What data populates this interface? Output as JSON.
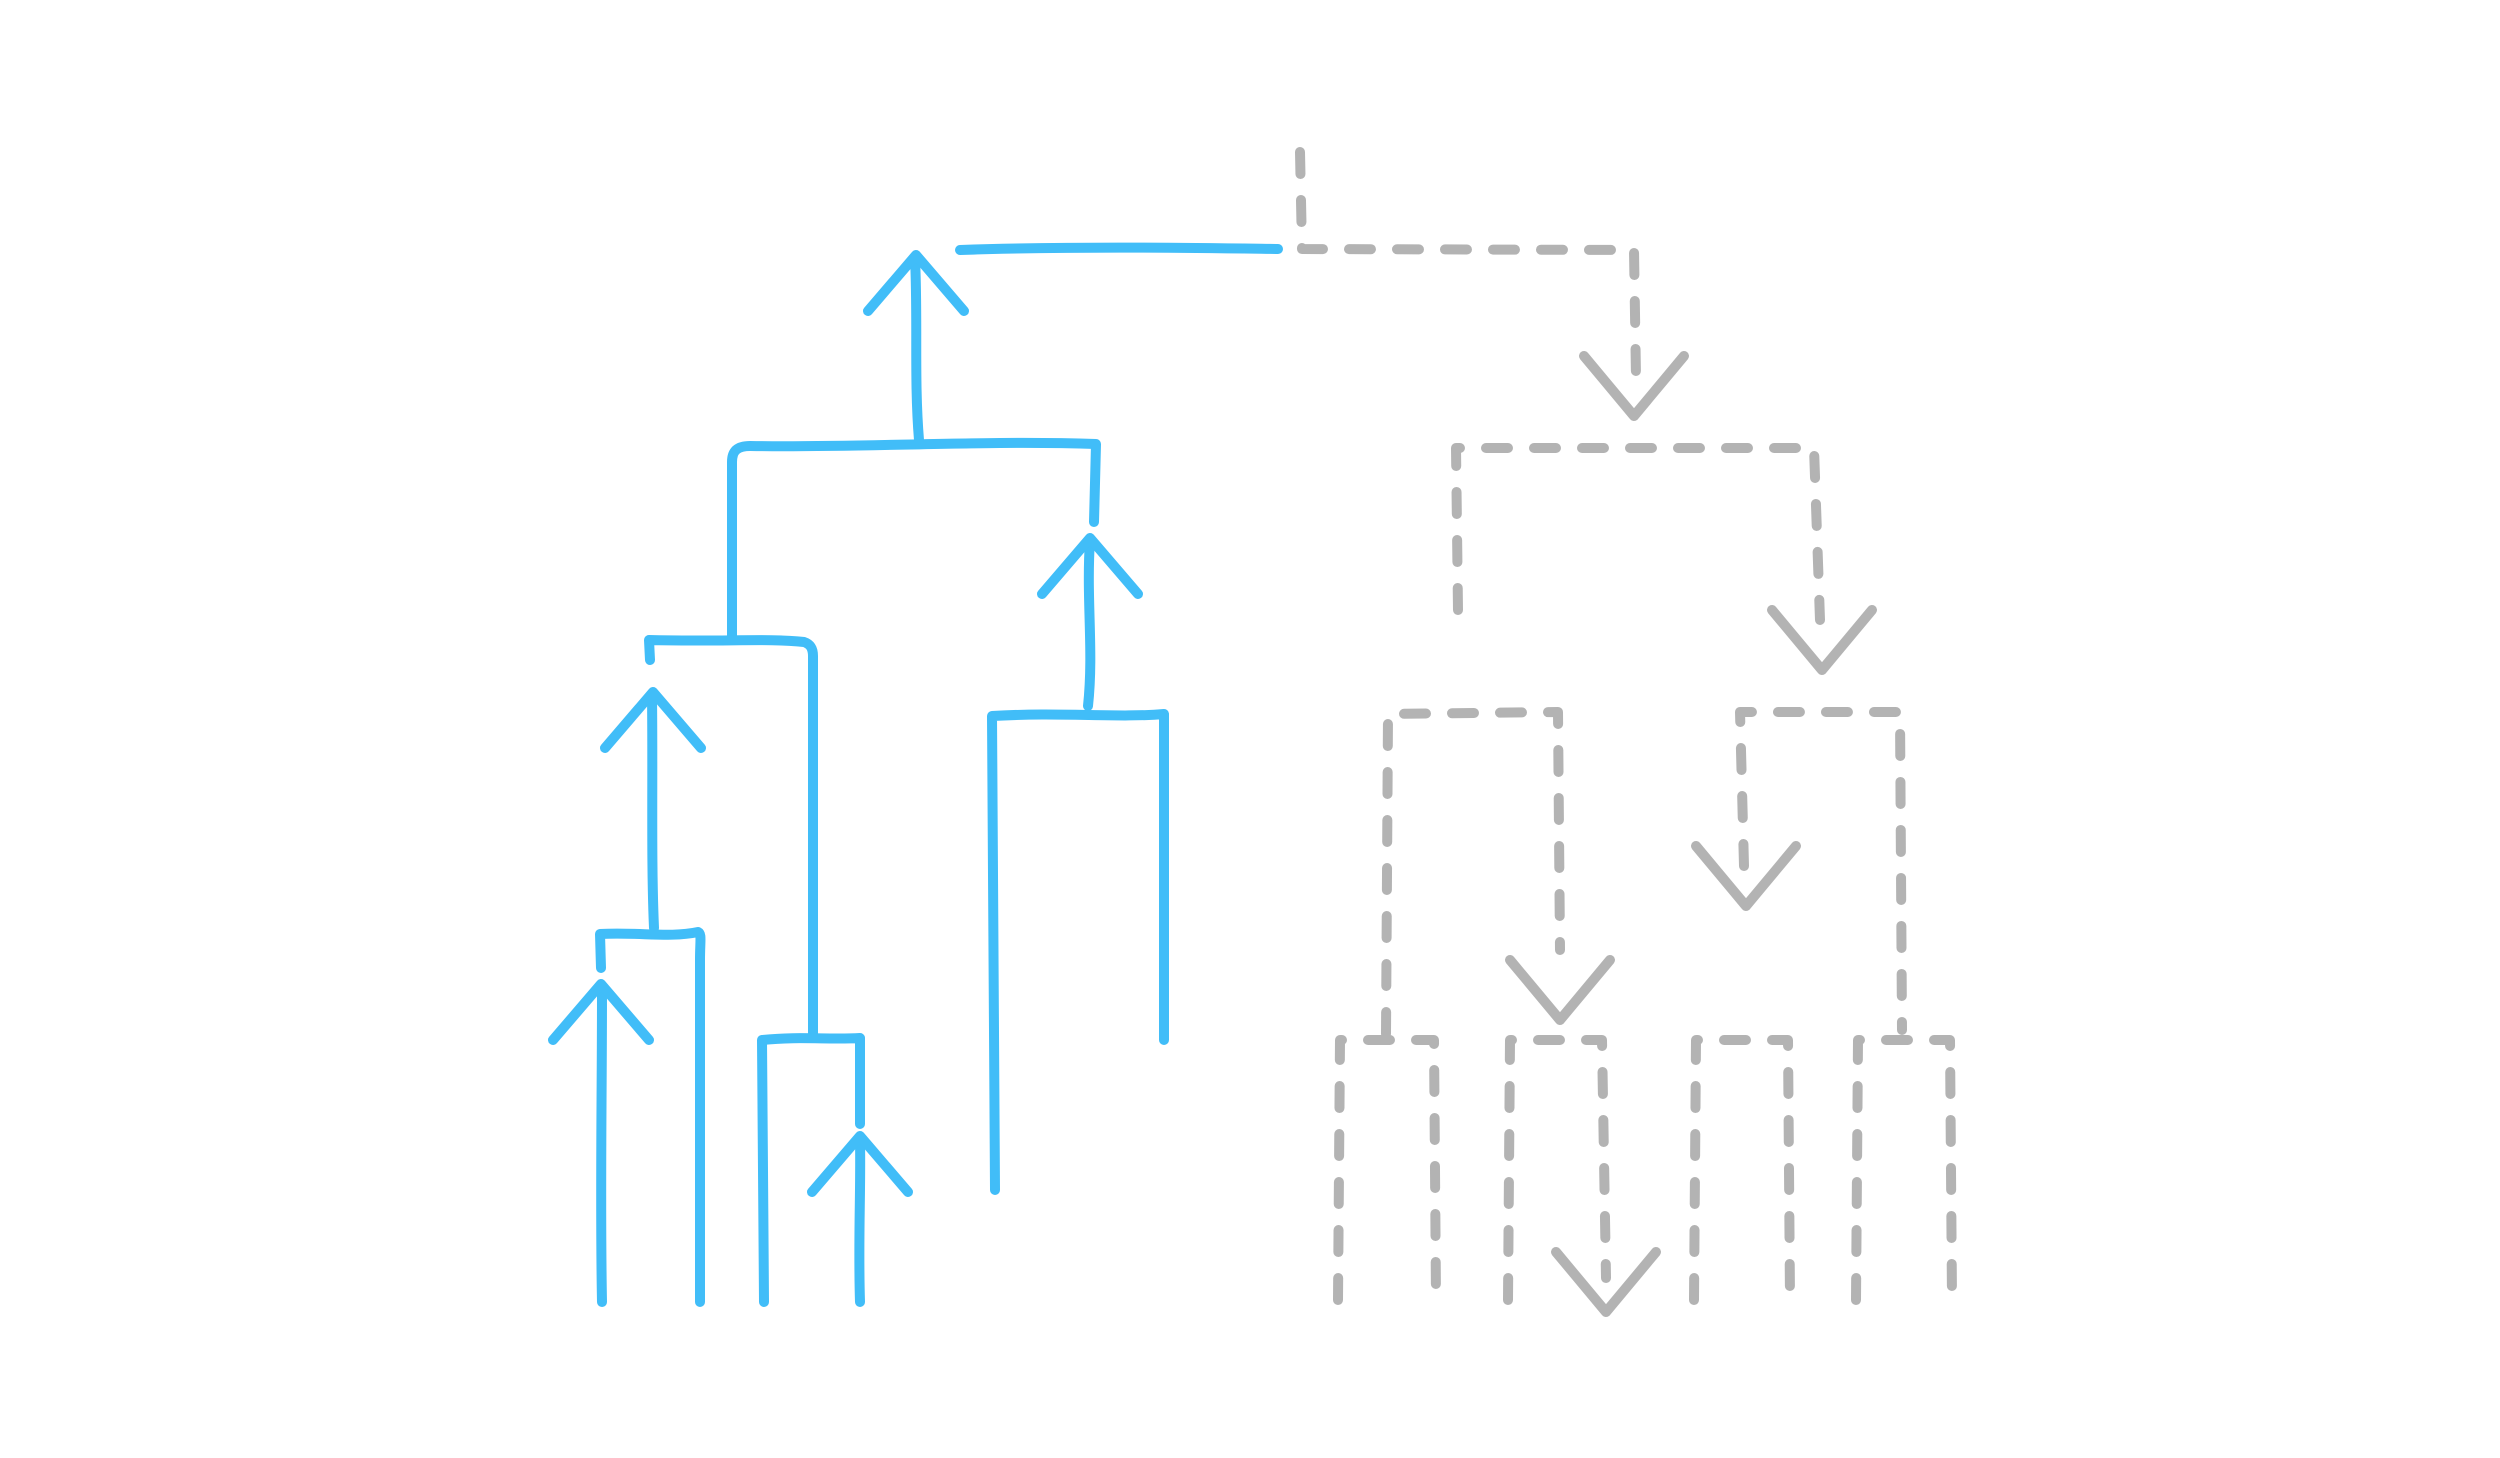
{
  "diagram": {
    "colors": {
      "background": "#ffffff",
      "ascending_tree": "#41bdf8",
      "descending_tree": "#b3b3b3"
    },
    "left_tree": {
      "style": "solid",
      "direction": "upward"
    },
    "right_tree": {
      "style": "dashed",
      "direction": "downward"
    }
  }
}
